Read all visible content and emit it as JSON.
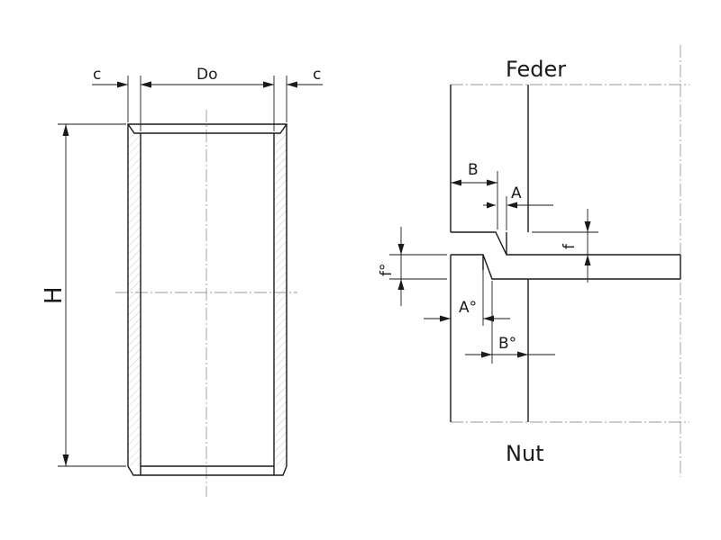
{
  "sleeve": {
    "label_c_left": "c",
    "label_do": "Do",
    "label_c_right": "c",
    "label_h": "H"
  },
  "joint": {
    "label_feder": "Feder",
    "label_nut": "Nut",
    "label_b": "B",
    "label_a": "A",
    "label_f": "f",
    "label_f_deg": "f°",
    "label_a_deg": "A°",
    "label_b_deg": "B°"
  }
}
